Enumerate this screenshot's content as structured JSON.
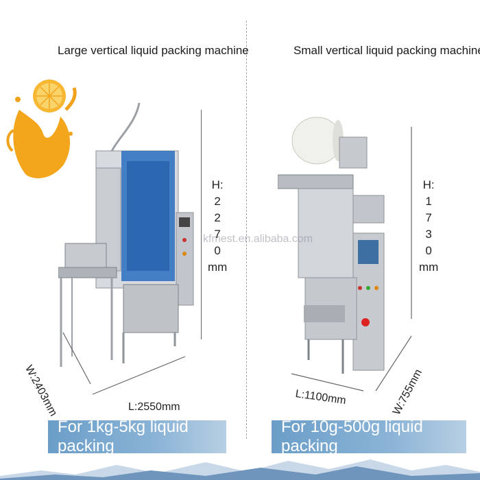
{
  "left": {
    "title": "Large vertical liquid packing machine",
    "height_label": [
      "H:",
      "2",
      "2",
      "7",
      "0",
      "mm"
    ],
    "width_label": "W:2403mm",
    "length_label": "L:2550mm",
    "banner": "For 1kg-5kg  liquid packing"
  },
  "right": {
    "title": "Small vertical liquid packing machine",
    "height_label": [
      "H:",
      "1",
      "7",
      "3",
      "0",
      "mm"
    ],
    "width_label": "W:755mm",
    "length_label": "L:1100mm",
    "banner": "For 10g-500g  liquid packing"
  },
  "watermark": "kfmest.en.alibaba.com",
  "colors": {
    "banner": "#7aa8cf",
    "machine_blue": "#2a6fc2",
    "steel": "#b8bcc2",
    "juice": "#f0a21a"
  }
}
